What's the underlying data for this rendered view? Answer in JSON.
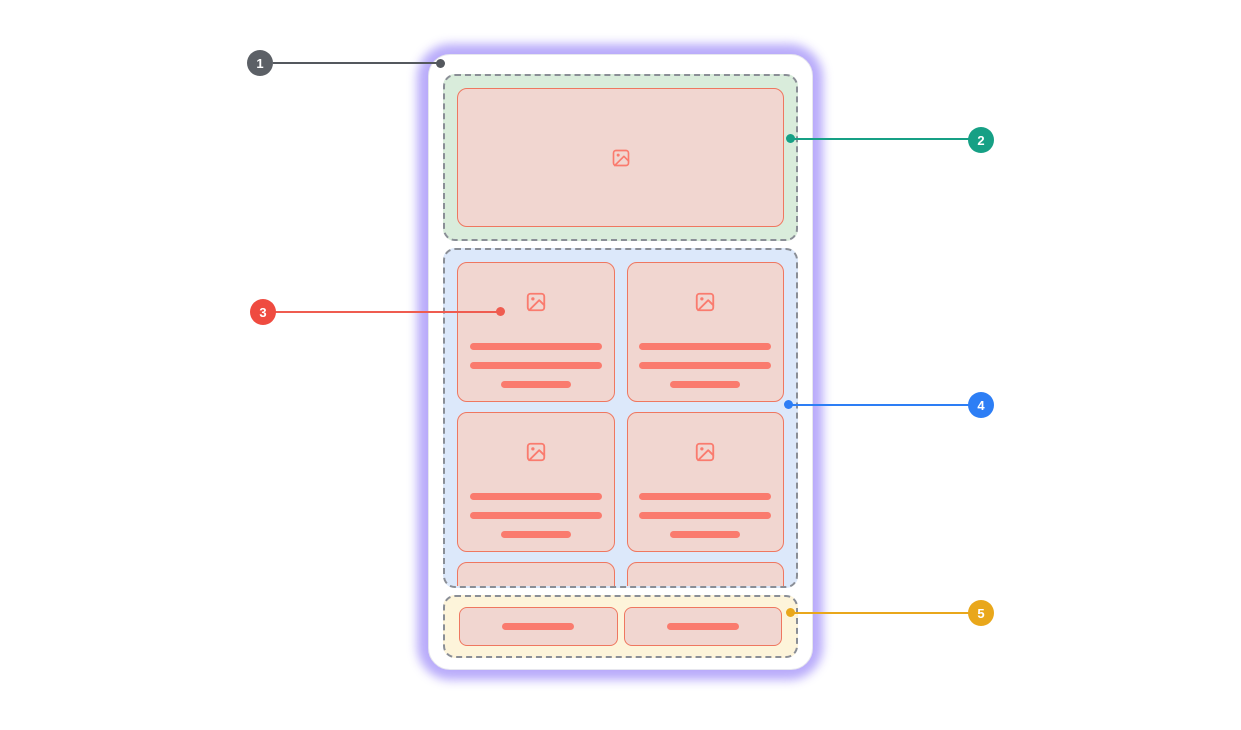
{
  "diagram": {
    "title": "Mobile app screen layout wireframe with numbered annotation callouts",
    "visible_text": [
      "1",
      "2",
      "3",
      "4",
      "5"
    ]
  },
  "theme": {
    "glow": "#b5a7fa",
    "frame": "#ffffff",
    "frame_border": "#e6e6ee",
    "dash": "#8a8e96",
    "hero_bg": "#d9ecdb",
    "grid_bg": "#dce8fa",
    "footer_bg": "#fdf4da",
    "card_fill": "#f1d6d0",
    "card_border": "#ef7760",
    "bar": "#fa7b6e"
  },
  "phone": {
    "sections": [
      {
        "name": "hero-image-section",
        "bg": "#d9ecdb",
        "contains": "image placeholder card",
        "icon": "image-placeholder-icon"
      },
      {
        "name": "card-grid-section",
        "bg": "#dce8fa",
        "columns": 2,
        "card_count": 6,
        "bars_per_card": 3,
        "icon": "image-placeholder-icon"
      },
      {
        "name": "footer-actions-section",
        "bg": "#fdf4da",
        "button_count": 2
      }
    ]
  },
  "callouts": [
    {
      "number": "1",
      "color": "#5c6066",
      "line_color": "#54585e",
      "side": "left",
      "target": "app-screen-frame"
    },
    {
      "number": "2",
      "color": "#16a085",
      "side": "right",
      "target": "hero-image-section"
    },
    {
      "number": "3",
      "color": "#ef4b40",
      "line_color": "#ef5c50",
      "side": "left",
      "target": "content-card"
    },
    {
      "number": "4",
      "color": "#2d7ef5",
      "side": "right",
      "target": "card-grid-section"
    },
    {
      "number": "5",
      "color": "#e9a71b",
      "side": "right",
      "target": "footer-actions-section"
    }
  ]
}
